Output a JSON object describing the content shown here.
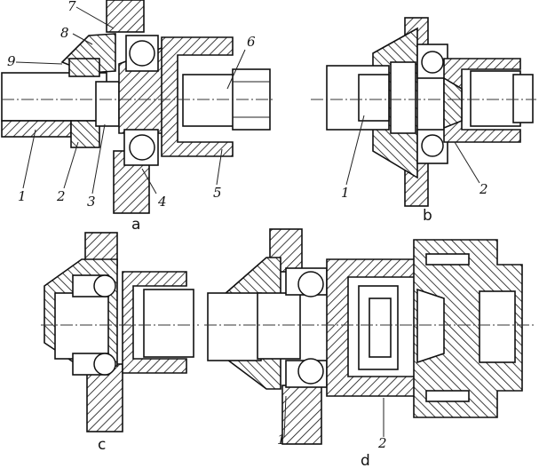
{
  "views": {
    "a": {
      "caption": "a",
      "callouts": [
        "7",
        "8",
        "9",
        "1",
        "2",
        "3",
        "4",
        "5",
        "6"
      ]
    },
    "b": {
      "caption": "b",
      "callouts": [
        "1",
        "2"
      ]
    },
    "c": {
      "caption": "c"
    },
    "d": {
      "caption": "d",
      "callouts": [
        "1",
        "2"
      ]
    }
  }
}
